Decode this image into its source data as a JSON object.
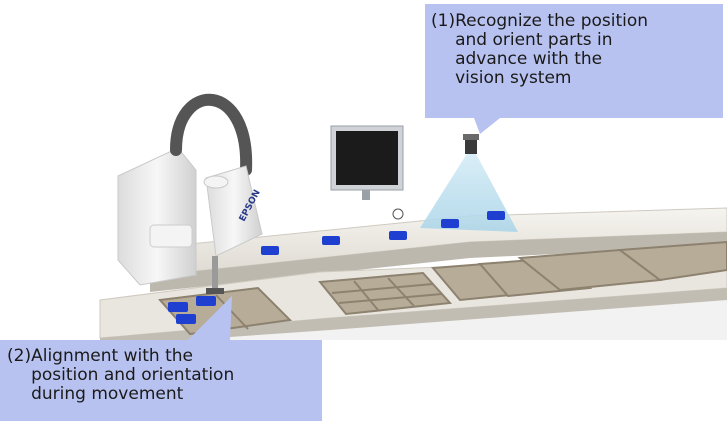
{
  "callouts": [
    {
      "number": "(1)",
      "lines": [
        "Recognize the position",
        "and orient parts in",
        "advance with the",
        "vision system"
      ]
    },
    {
      "number": "(2)",
      "lines": [
        "Alignment with the",
        "position and orientation",
        "during movement"
      ]
    }
  ],
  "robot_brand": "EPSON",
  "colors": {
    "callout_bg": "#b8c2f0",
    "part_blue": "#1f3fd0",
    "conveyor_belt": "#efece6",
    "tray": "#b7ac98",
    "robot_white": "#eeeeee",
    "robot_arm_dark": "#555555",
    "vision_beam": "#bfe0ee"
  }
}
